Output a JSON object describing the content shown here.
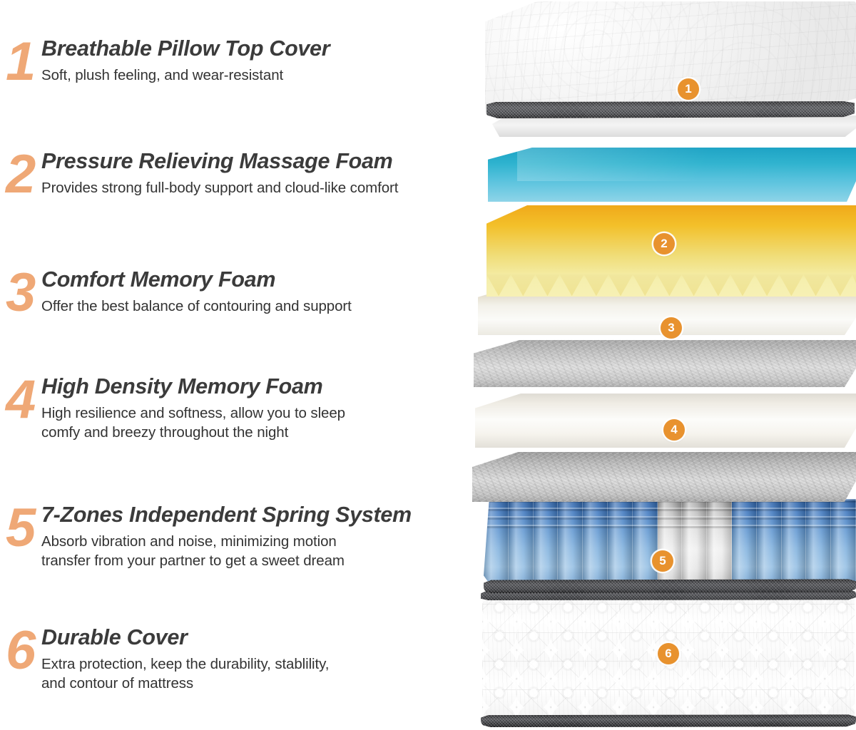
{
  "features": [
    {
      "number": "1",
      "title": "Breathable Pillow Top Cover",
      "desc": "Soft, plush feeling, and wear-resistant"
    },
    {
      "number": "2",
      "title": "Pressure Relieving Massage Foam",
      "desc": "Provides strong full-body support and cloud-like comfort"
    },
    {
      "number": "3",
      "title": "Comfort Memory Foam",
      "desc": "Offer the best balance of contouring and support"
    },
    {
      "number": "4",
      "title": "High Density Memory Foam",
      "desc": "High resilience and softness, allow you to sleep\ncomfy and breezy throughout the night"
    },
    {
      "number": "5",
      "title": "7-Zones Independent Spring System",
      "desc": "Absorb vibration and noise, minimizing motion\ntransfer from your partner to get a sweet dream"
    },
    {
      "number": "6",
      "title": "Durable Cover",
      "desc": "Extra protection, keep the durability, stablility,\nand contour of mattress"
    }
  ],
  "diagram": {
    "badges": [
      {
        "label": "1",
        "layer": "pillow-top-cover"
      },
      {
        "label": "2",
        "layer": "massage-foam"
      },
      {
        "label": "3",
        "layer": "comfort-memory-foam"
      },
      {
        "label": "4",
        "layer": "high-density-memory-foam"
      },
      {
        "label": "5",
        "layer": "pocket-spring-system"
      },
      {
        "label": "6",
        "layer": "durable-bottom-cover"
      }
    ],
    "layer_names": [
      "pillow-top-quilted-cover",
      "gel-cooling-blue-slab",
      "yellow-massage-wave-foam",
      "comfort-memory-foam-slab",
      "grey-felt-pad-upper",
      "high-density-memory-foam-slab",
      "grey-felt-pad-lower",
      "pocketed-coil-spring-unit",
      "durable-quilted-bottom-cover"
    ]
  },
  "colors": {
    "badge_orange": "#e8922e",
    "number_peach": "#efa876",
    "title_dark": "#3b3b3b",
    "desc_dark": "#333333",
    "blue_layer": "#2fb3cf",
    "yellow_layer": "#f3c02a",
    "spring_blue": "#3f78bf",
    "spring_grey": "#d4d4d4",
    "mesh_band_dark": "#2d2d2f",
    "background": "#ffffff"
  }
}
